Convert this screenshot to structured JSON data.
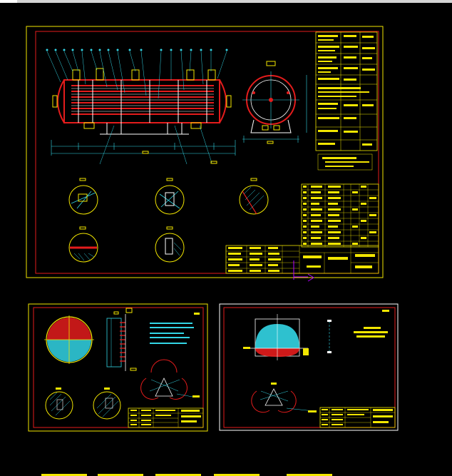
{
  "window": {
    "background": "#000000",
    "strip_color": "#d4d4d4"
  },
  "colors": {
    "frame": "#f2e600",
    "border": "#e41c1c",
    "leader": "#33d6e6",
    "hatch": "#33d6e6",
    "text": "#f2e600",
    "cursor": "#b400ff"
  },
  "sheets": [
    {
      "id": "sheet-main",
      "label": ""
    },
    {
      "id": "sheet-tubesheet",
      "label": ""
    },
    {
      "id": "sheet-head",
      "label": ""
    }
  ],
  "layout_tabs": [
    "",
    "",
    "",
    "",
    ""
  ],
  "icons": {
    "cursor": "crosshair-cursor-icon"
  }
}
